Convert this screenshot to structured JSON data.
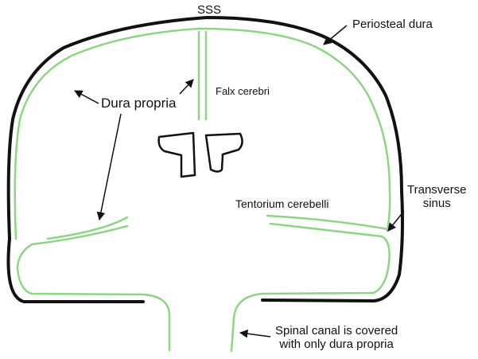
{
  "labels": {
    "sss": "SSS",
    "periosteal_dura": "Periosteal dura",
    "dura_propria": "Dura propria",
    "falx_cerebri": "Falx cerebri",
    "tentorium_cerebelli": "Tentorium cerebelli",
    "transverse_sinus_line1": "Transverse",
    "transverse_sinus_line2": "sinus",
    "spinal_line1": "Spinal canal is covered",
    "spinal_line2": "with only dura propria"
  },
  "colors": {
    "periosteal_layer": "#111111",
    "dura_propria_layer": "#8fd485",
    "text": "#111111",
    "background": "#ffffff"
  }
}
